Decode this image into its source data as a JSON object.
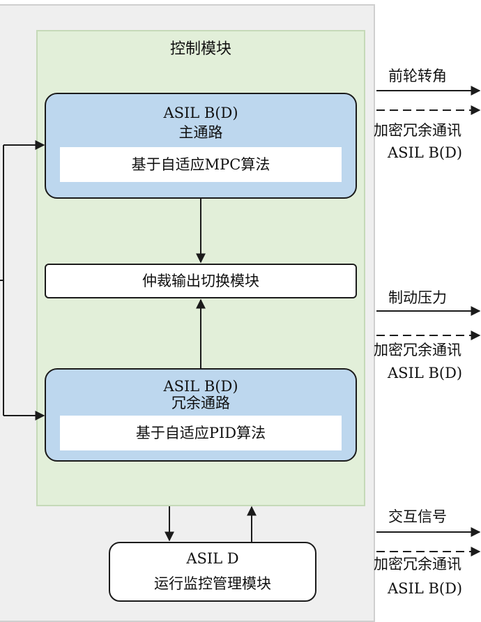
{
  "control_module": {
    "title": "控制模块"
  },
  "main_channel": {
    "asil": "ASIL B(D)",
    "name": "主通路",
    "algorithm": "基于自适应MPC算法"
  },
  "arbiter": {
    "label": "仲裁输出切换模块"
  },
  "redundant_channel": {
    "asil": "ASIL B(D)",
    "name": "冗余通路",
    "algorithm": "基于自适应PID算法"
  },
  "monitor": {
    "asil": "ASIL D",
    "label": "运行监控管理模块"
  },
  "outputs": [
    {
      "signal": "前轮转角",
      "comm": "加密冗余通讯",
      "asil": "ASIL B(D)"
    },
    {
      "signal": "制动压力",
      "comm": "加密冗余通讯",
      "asil": "ASIL B(D)"
    },
    {
      "signal": "交互信号",
      "comm": "加密冗余通讯",
      "asil": "ASIL B(D)"
    }
  ],
  "colors": {
    "panel": "#efefef",
    "module": "#e2efd9",
    "channel": "#bdd7ee",
    "line": "#1b1b1b"
  }
}
